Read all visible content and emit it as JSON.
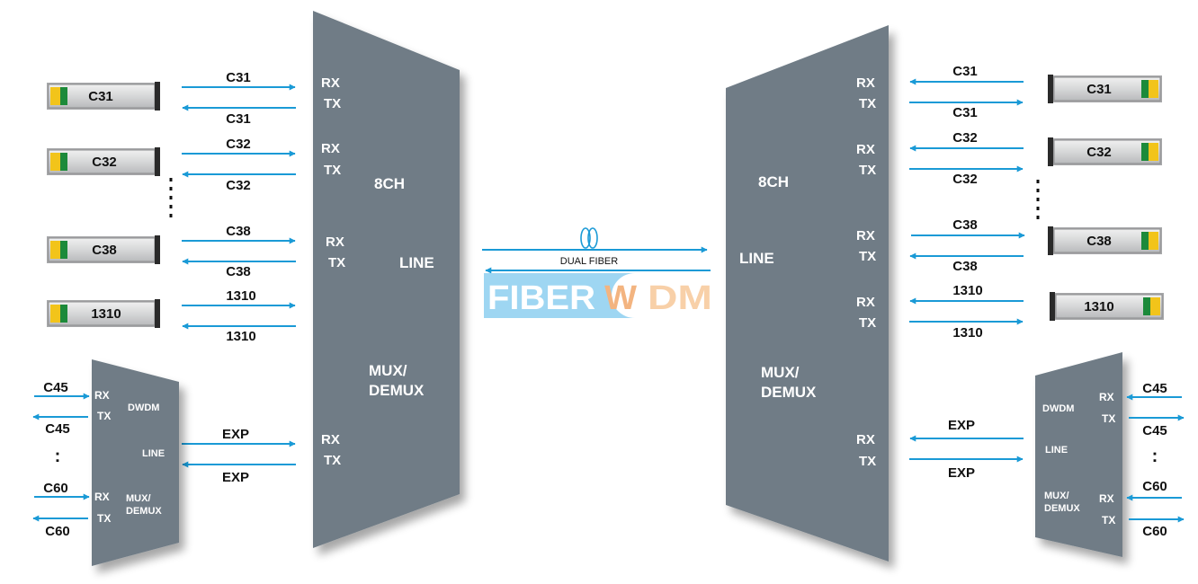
{
  "colors": {
    "mux_body": "#6f7c86",
    "arrow": "#1a9ad6",
    "module_body": "#d9dadb",
    "module_edge": "#8c8d8f",
    "module_gold": "#f2c41a",
    "module_green": "#1c8a3a",
    "logo_bg": "#8ed0f0",
    "logo_w": "#f2a86a",
    "logo_dm": "#f7c89a"
  },
  "left": {
    "mux": {
      "label_8ch": "8CH",
      "label_line": "LINE",
      "label_mux": "MUX/",
      "label_demux": "DEMUX"
    },
    "channels": [
      {
        "module": "C31",
        "tx_label": "C31",
        "rx_label": "C31",
        "port_rx": "RX",
        "port_tx": "TX"
      },
      {
        "module": "C32",
        "tx_label": "C32",
        "rx_label": "C32",
        "port_rx": "RX",
        "port_tx": "TX"
      },
      {
        "module": "C38",
        "tx_label": "C38",
        "rx_label": "C38",
        "port_rx": "RX",
        "port_tx": "TX"
      },
      {
        "module": "1310",
        "tx_label": "1310",
        "rx_label": "1310"
      }
    ],
    "exp": {
      "tx_label": "EXP",
      "rx_label": "EXP",
      "port_rx": "RX",
      "port_tx": "TX"
    },
    "small": {
      "dwdm": "DWDM",
      "line": "LINE",
      "mux": "MUX/",
      "demux": "DEMUX",
      "rx1": "RX",
      "tx1": "TX",
      "rx2": "RX",
      "tx2": "TX",
      "c45_in": "C45",
      "c45_out": "C45",
      "dots": ":",
      "c60_in": "C60",
      "c60_out": "C60"
    }
  },
  "right": {
    "mux": {
      "label_8ch": "8CH",
      "label_line": "LINE",
      "label_mux": "MUX/",
      "label_demux": "DEMUX"
    },
    "channels": [
      {
        "module": "C31",
        "rx_label": "C31",
        "tx_label": "C31",
        "port_rx": "RX",
        "port_tx": "TX"
      },
      {
        "module": "C32",
        "rx_label": "C32",
        "tx_label": "C32",
        "port_rx": "RX",
        "port_tx": "TX"
      },
      {
        "module": "C38",
        "rx_label": "C38",
        "tx_label": "C38",
        "port_rx": "RX",
        "port_tx": "TX"
      },
      {
        "module": "1310",
        "rx_label": "1310",
        "tx_label": "1310",
        "port_rx": "RX",
        "port_tx": "TX"
      }
    ],
    "exp": {
      "rx_label": "EXP",
      "tx_label": "EXP",
      "port_rx": "RX",
      "port_tx": "TX"
    },
    "small": {
      "dwdm": "DWDM",
      "line": "LINE",
      "mux": "MUX/",
      "demux": "DEMUX",
      "rx1": "RX",
      "tx1": "TX",
      "rx2": "RX",
      "tx2": "TX",
      "c45_in": "C45",
      "c45_out": "C45",
      "dots": ":",
      "c60_in": "C60",
      "c60_out": "C60"
    }
  },
  "center": {
    "dual_fiber": "DUAL FIBER",
    "logo_fiber": "FIBER",
    "logo_w": "W",
    "logo_dm": "DM"
  }
}
